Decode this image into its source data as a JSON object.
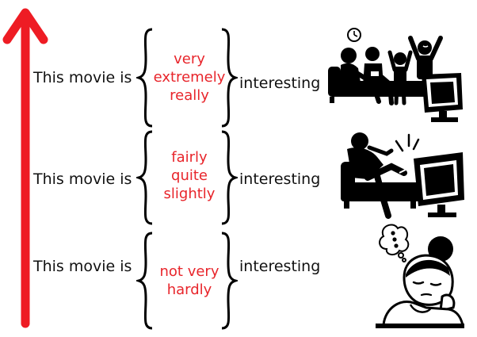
{
  "colors": {
    "arrow": "#ee1c24",
    "adverb": "#e8252b",
    "text": "#111111",
    "icon": "#000000"
  },
  "rows": [
    {
      "subject": "This movie is",
      "adverbs": [
        "very",
        "extremely",
        "really"
      ],
      "adjective": "interesting",
      "picture": "excited-family-watching-tv-icon"
    },
    {
      "subject": "This movie is",
      "adverbs": [
        "fairly",
        "quite",
        "slightly"
      ],
      "adjective": "interesting",
      "picture": "relaxed-person-on-couch-icon"
    },
    {
      "subject": "This movie is",
      "adverbs": [
        "not very",
        "hardly"
      ],
      "adjective": "interesting",
      "picture": "bored-girl-icon"
    }
  ]
}
